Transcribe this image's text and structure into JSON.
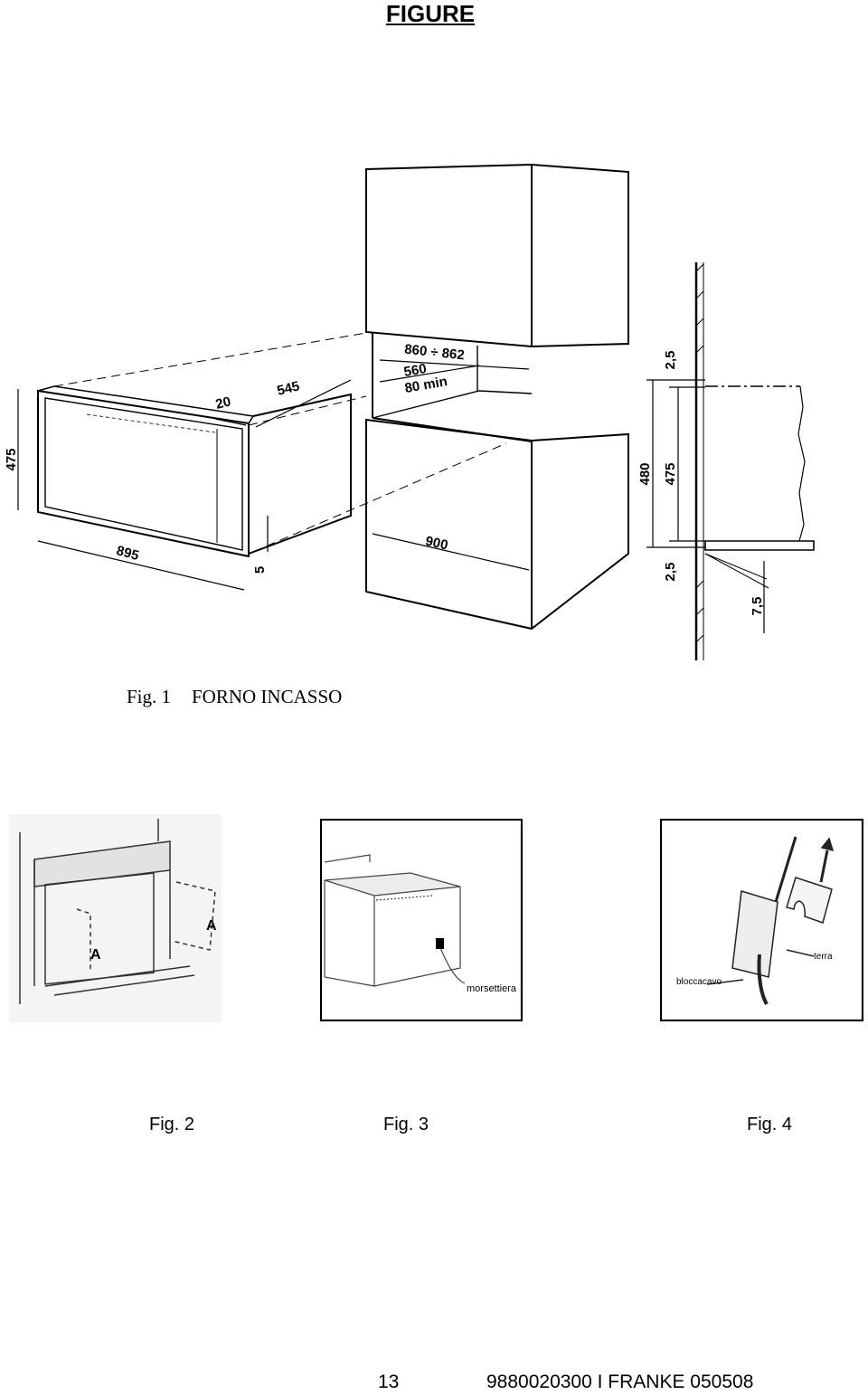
{
  "page": {
    "heading": "FIGURE"
  },
  "figure1": {
    "caption_num": "Fig. 1",
    "caption_text": "FORNO INCASSO",
    "dimensions": {
      "oven_height": "475",
      "oven_width": "895",
      "oven_depth": "545",
      "frame_offset": "20",
      "bottom_gap": "5",
      "niche_height_range": "860 ÷ 862",
      "niche_depth": "560",
      "ventilation_min": "80 min",
      "niche_width": "900",
      "section_top_gap": "2,5",
      "section_total_height": "480",
      "section_inner_height": "475",
      "section_bottom_gap": "2,5",
      "section_shelf_offset": "7,5"
    }
  },
  "figure2": {
    "caption": "Fig. 2",
    "label_a_left": "A",
    "label_a_right": "A"
  },
  "figure3": {
    "caption": "Fig. 3",
    "label": "morsettiera"
  },
  "figure4": {
    "caption": "Fig. 4",
    "label_cable_lock": "bloccacavo",
    "label_earth": "terra"
  },
  "footer": {
    "page_number": "13",
    "doc_code": "9880020300 I FRANKE 050508"
  }
}
